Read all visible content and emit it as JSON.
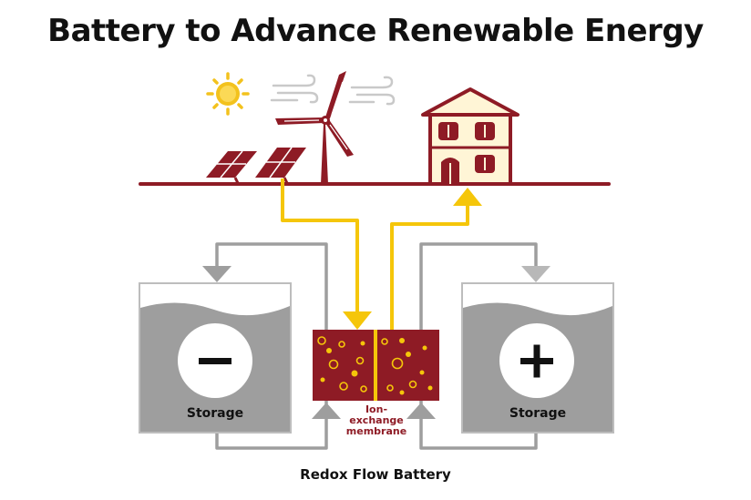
{
  "title": "Battery to Advance Renewable Energy",
  "labels": {
    "storage_left": "Storage",
    "storage_right": "Storage",
    "membrane_line1": "Ion-",
    "membrane_line2": "exchange",
    "membrane_line3": "membrane",
    "caption": "Redox Flow Battery"
  },
  "symbols": {
    "negative": "−",
    "positive": "+"
  },
  "colors": {
    "dark_red": "#8e1b25",
    "yellow": "#f5c60a",
    "gray": "#9e9e9e",
    "light_gray": "#cfcfcf",
    "cream": "#fff5d6",
    "sun": "#f3c21d"
  },
  "icons": [
    "sun-icon",
    "wind-icon",
    "solar-panel-icon",
    "wind-turbine-icon",
    "house-icon"
  ]
}
